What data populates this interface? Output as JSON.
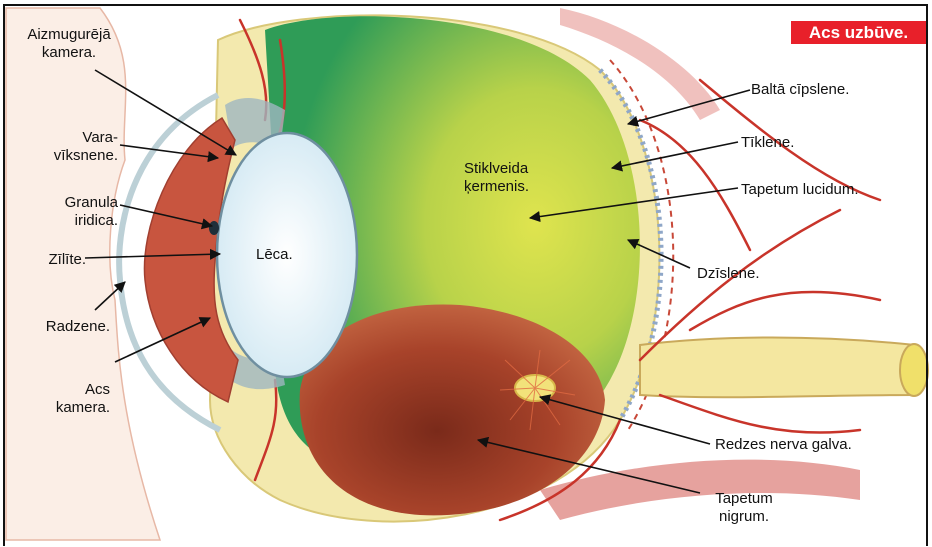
{
  "title": "Acs uzbūve.",
  "colors": {
    "title_bg": "#e8202a",
    "vitreous_green": "#3aa45a",
    "vitreous_yellow": "#d9df4a",
    "tapetum_nigrum": "#9a3a24",
    "iris": "#c8553f",
    "lens": "#dff0f7",
    "sclera": "#f1e7a8",
    "vessel": "#c8342a",
    "arrow": "#111111"
  },
  "labels": {
    "aizmugureja": "Aizmugurējā\nkamera.",
    "varaviksnene": "Vara-\nvīksnene.",
    "granula": "Granula\niridica.",
    "zilite": "Zīlīte.",
    "radzene": "Radzene.",
    "acs_kamera": "Acs\nkamera.",
    "leca": "Lēca.",
    "stiklveida": "Stiklveida\nķermenis.",
    "balta": "Baltā cīpslene.",
    "tiklene": "Tīklene.",
    "tapetum_lucidum": "Tapetum lucidum.",
    "dzislene": "Dzīslene.",
    "redzes": "Redzes nerva galva.",
    "tapetum_nigrum": "Tapetum\nnigrum."
  }
}
